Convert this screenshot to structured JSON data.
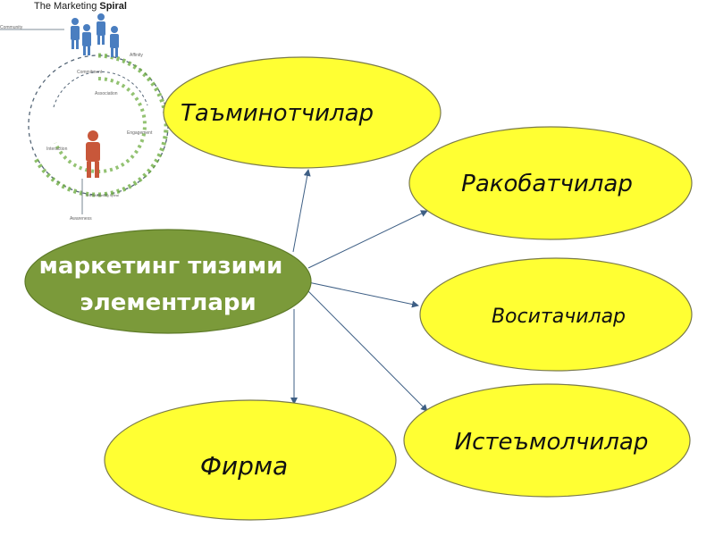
{
  "colors": {
    "ellipse_fill": "#ffff33",
    "ellipse_stroke": "#7a7a4a",
    "center_fill": "#7b9a3a",
    "center_stroke": "#5d7a28",
    "arrow": "#3e5f85",
    "person_blue": "#4a7ec0",
    "person_orange": "#c8573a",
    "spiral_green": "#6fae43",
    "spiral_dash": "#556677"
  },
  "spiral": {
    "title_regular": "The Marketing ",
    "title_bold": "Spiral",
    "labels": {
      "community": "Community",
      "affinity": "Affinity",
      "commitment": "Commitment",
      "association": "Association",
      "engagement": "Engagement",
      "interaction": "Interaction",
      "awareness": "Awareness",
      "footer": "The Marketing Spiral"
    }
  },
  "center": {
    "line1": "маркетинг тизими",
    "line2": "элементлари"
  },
  "nodes": {
    "suppliers": "Таъминотчилар",
    "competitors": "Ракобатчилар",
    "intermediaries": "Воситачилар",
    "consumers": "Истеъмолчилар",
    "firm": "Фирма"
  }
}
